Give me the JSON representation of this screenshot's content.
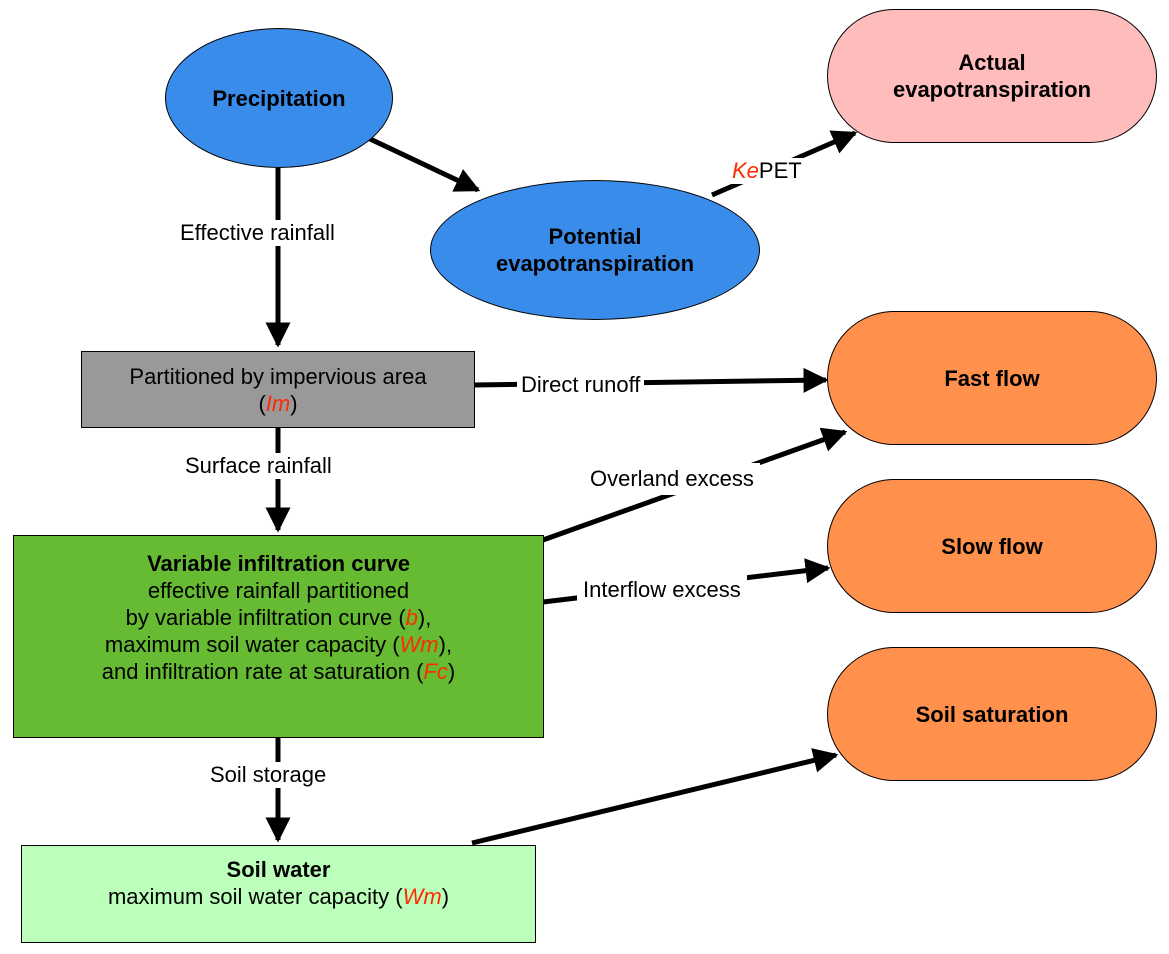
{
  "diagram": {
    "colors": {
      "input_ellipse": "#3a8ceb",
      "output_pill": "#ff914d",
      "actual_et_pill": "#ffbcbc",
      "impervious_box": "#999999",
      "infiltration_box": "#66bb33",
      "soil_water_box": "#bbffbb",
      "parameter_text": "#ff2a00"
    },
    "nodes": {
      "precipitation": {
        "title": "Precipitation"
      },
      "pet": {
        "title_line1": "Potential",
        "title_line2": "evapotranspiration"
      },
      "actual_et": {
        "title_line1": "Actual",
        "title_line2": "evapotranspiration"
      },
      "impervious": {
        "text": "Partitioned by impervious area",
        "param_open": "(",
        "param": "Im",
        "param_close": ")"
      },
      "fast_flow": {
        "title": "Fast flow"
      },
      "slow_flow": {
        "title": "Slow flow"
      },
      "soil_saturation": {
        "title": "Soil saturation"
      },
      "infiltration": {
        "title": "Variable infiltration curve",
        "line1": "effective rainfall partitioned",
        "line2_text": "by variable infiltration curve (",
        "line2_param": "b",
        "line2_close": "),",
        "line3_text": "maximum soil water capacity (",
        "line3_param": "Wm",
        "line3_close": "),",
        "line4_text": "and infiltration rate at saturation (",
        "line4_param": "Fc",
        "line4_close": ")"
      },
      "soil_water": {
        "title": "Soil water",
        "line1_text": "maximum soil water capacity (",
        "line1_param": "Wm",
        "line1_close": ")"
      }
    },
    "edges": {
      "effective_rainfall": "Effective rainfall",
      "kepet_param": "Ke",
      "kepet_text": "PET",
      "direct_runoff": "Direct runoff",
      "surface_rainfall": "Surface rainfall",
      "overland_excess": "Overland excess",
      "interflow_excess": "Interflow excess",
      "soil_storage": "Soil storage"
    }
  }
}
